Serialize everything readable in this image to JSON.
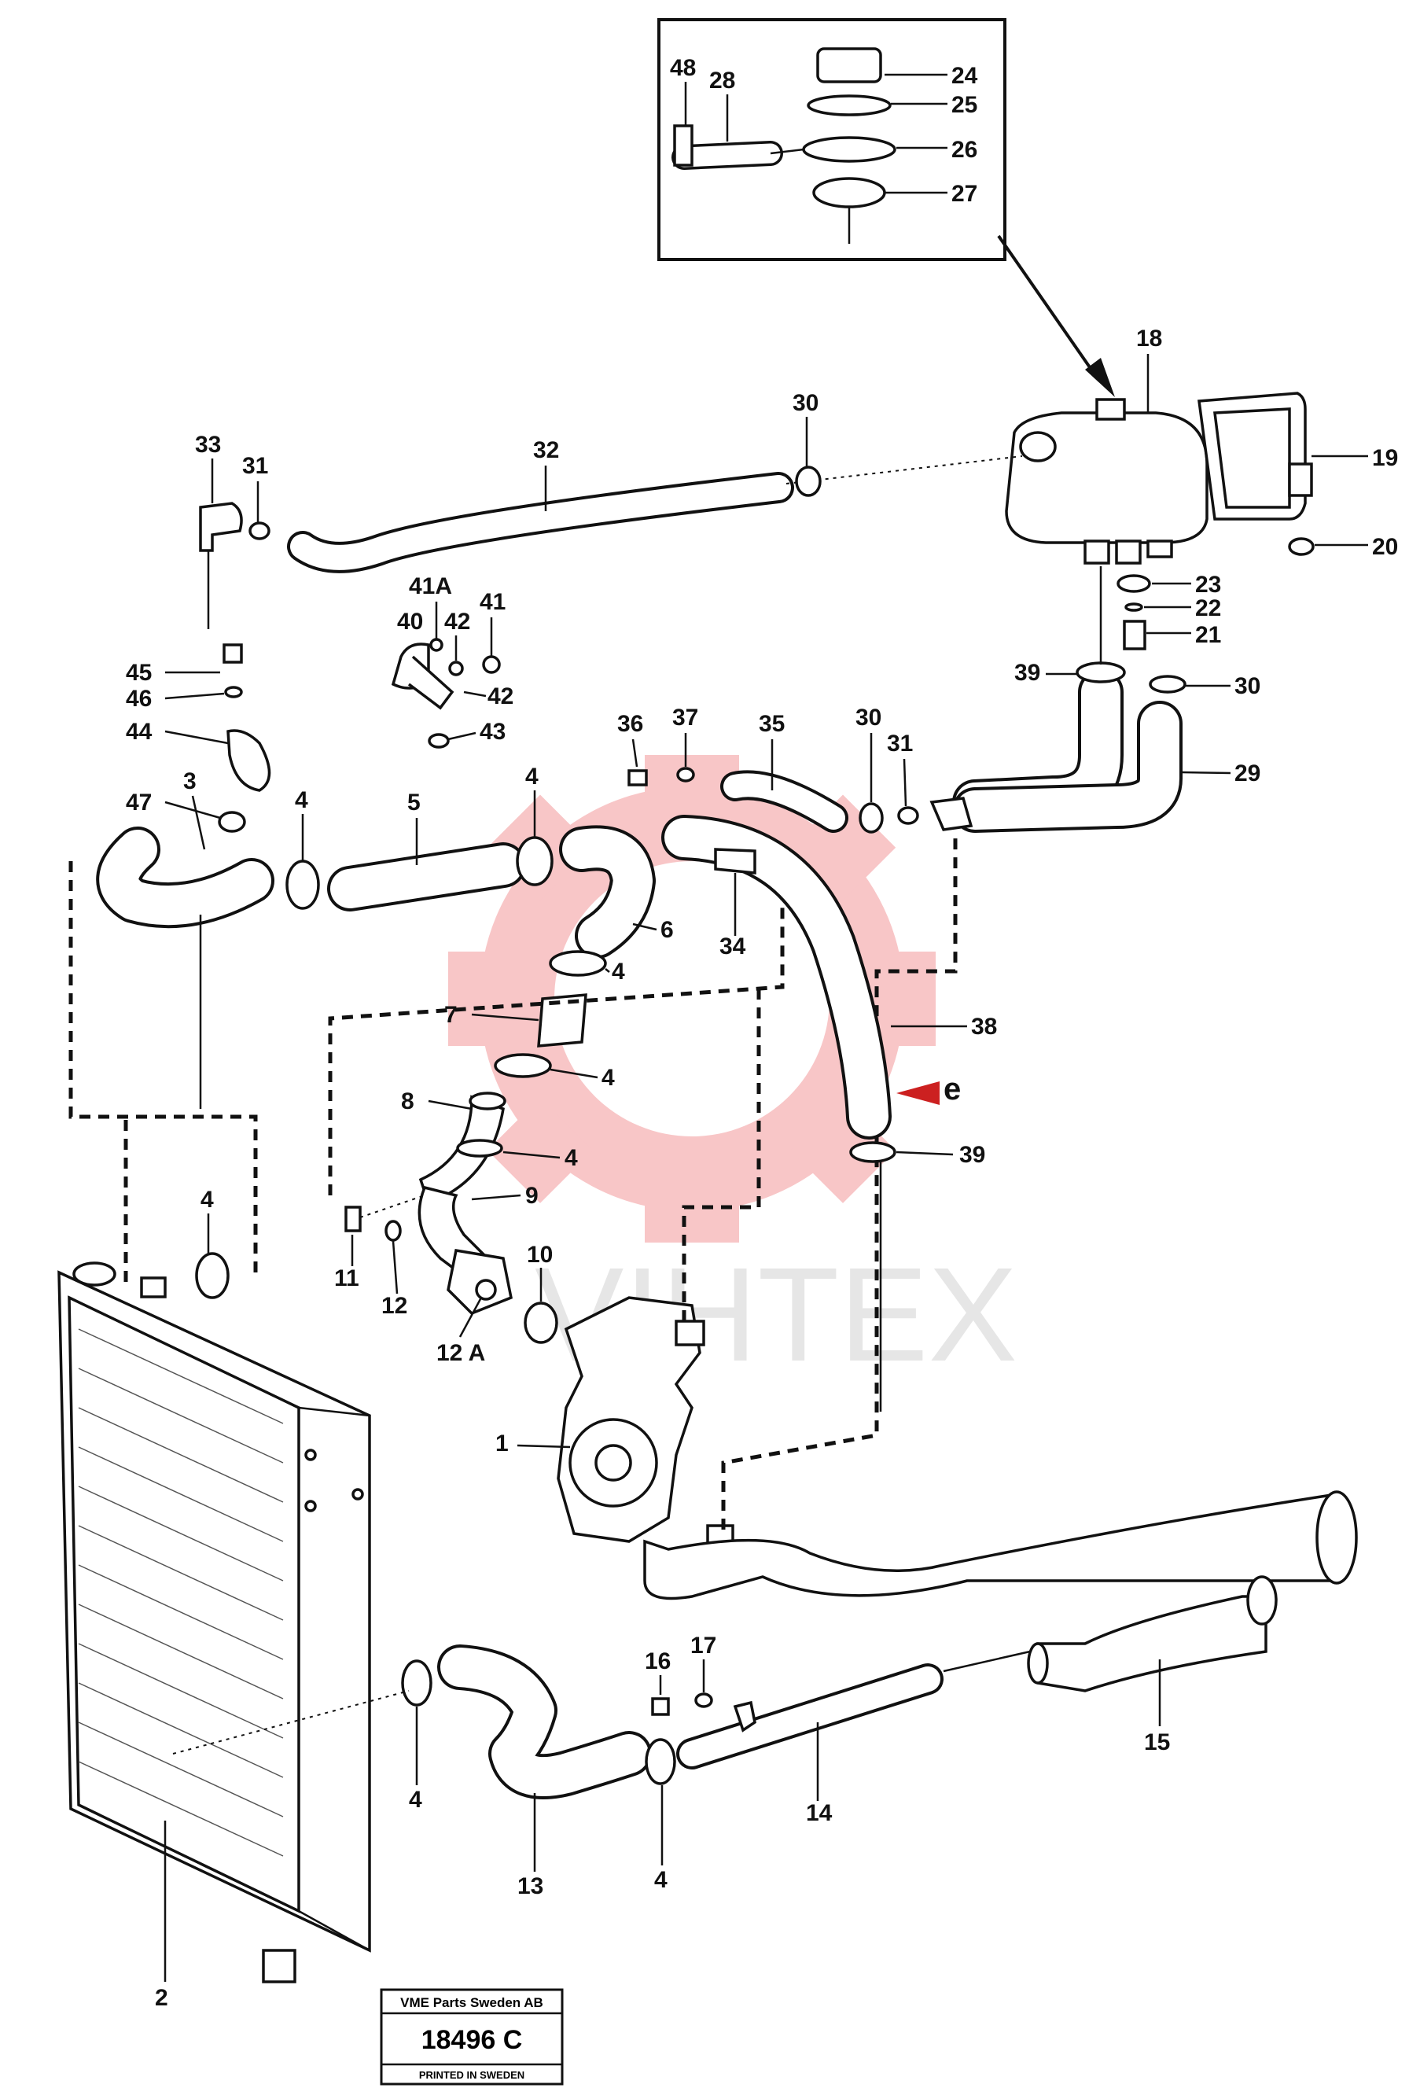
{
  "watermark": {
    "text": "VIHTEX",
    "color": "#e8353a"
  },
  "view_marker": {
    "text": "e",
    "color": "#cc2020"
  },
  "title_block": {
    "company": "VME Parts Sweden AB",
    "number": "18496 C",
    "printed": "PRINTED IN SWEDEN"
  },
  "callouts": {
    "c1": "1",
    "c2": "2",
    "c3": "3",
    "c4a": "4",
    "c4b": "4",
    "c4c": "4",
    "c4d": "4",
    "c4e": "4",
    "c4f": "4",
    "c4g": "4",
    "c4h": "4",
    "c5": "5",
    "c6": "6",
    "c7": "7",
    "c8": "8",
    "c9": "9",
    "c10": "10",
    "c11": "11",
    "c12": "12",
    "c12a": "12 A",
    "c13": "13",
    "c14": "14",
    "c15": "15",
    "c16": "16",
    "c17": "17",
    "c18": "18",
    "c19": "19",
    "c20": "20",
    "c21": "21",
    "c22": "22",
    "c23": "23",
    "c24": "24",
    "c25": "25",
    "c26": "26",
    "c27": "27",
    "c28": "28",
    "c29": "29",
    "c30a": "30",
    "c30b": "30",
    "c30c": "30",
    "c31a": "31",
    "c31b": "31",
    "c32": "32",
    "c33": "33",
    "c34": "34",
    "c35": "35",
    "c36": "36",
    "c37": "37",
    "c38": "38",
    "c39a": "39",
    "c39b": "39",
    "c40": "40",
    "c41": "41",
    "c41a": "41A",
    "c42a": "42",
    "c42b": "42",
    "c43": "43",
    "c44": "44",
    "c45": "45",
    "c46": "46",
    "c47": "47",
    "c48": "48"
  }
}
